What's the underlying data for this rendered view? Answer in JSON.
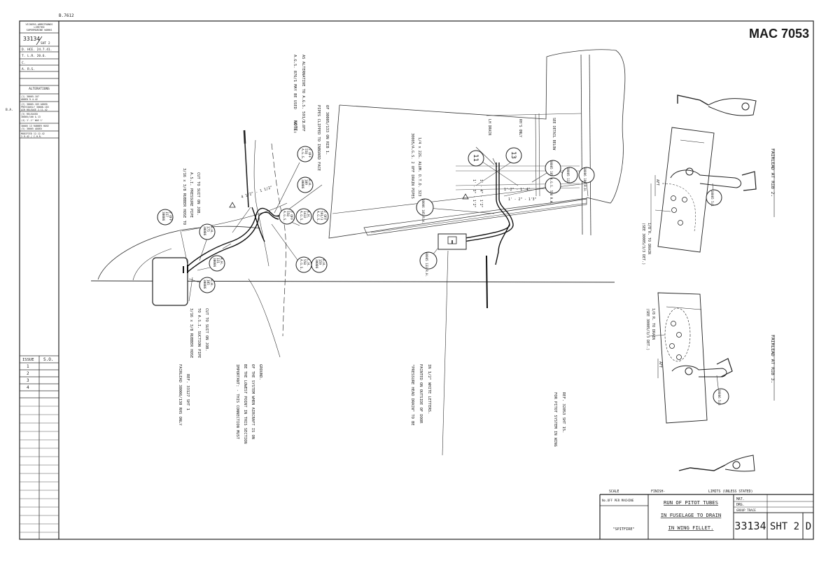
{
  "sheet_ref": "MAC 7053",
  "corner_mark": "B.7612",
  "left_strip": {
    "header": [
      "VICKERS-ARMSTRONGS",
      "LIMITED",
      "SUPERMARINE WORKS"
    ],
    "drawing_no": "33134",
    "sheet": "SHT 2",
    "approvals": [
      "D. HCE. 24.7.41.",
      "T. L.R. 20.6.",
      "C.",
      "A. R.S."
    ],
    "alterations_title": "ALTERATIONS",
    "alterations": [
      "(1) 30005.107",
      "ADDED 9.4.42",
      "(2) 30005.183 ADDED",
      "PREVIOUSLY 30008.183",
      "AIR RELEASE 2.11.42",
      "(3) RELEASED",
      "30005/100 & 13",
      "(4) 1'-1\" WAS 1'",
      "30005 13 RUBBER HOSE",
      "(5) 30005 ADDED",
      "MODIFIED 12.12.42",
      "2.9.42 / C.H.R."
    ],
    "side_mark": "B.A.",
    "issue_label": "ISSUE",
    "so_label": "S.O.",
    "issues": [
      "1",
      "2",
      "3",
      "4"
    ]
  },
  "fuselage_notes": {
    "rubber_hose_1": "3/16 x 3/8 RUBBER HOSE TO",
    "rubber_hose_2": "A.S.I. PRESSURE PIPE",
    "rubber_hose_3": "CUT TO SUIT ON JOB.",
    "static_hose_1": "3/16 x 3/8 RUBBER HOSE",
    "static_hose_2": "TO A.S.I. SUCTION PIPE",
    "static_hose_3": "CUT TO SUIT ON JOB.",
    "fairlead_1": "FAIRLEAD 30006/130 RHS ONLY",
    "fairlead_2": "REF. 33127 SHT 1",
    "important_1": "IMPORTANT: - THIS CONNECTION MUST",
    "important_2": "BE THE LOWEST POINT IN THIS SECTION",
    "important_3": "OF THE SYSTEM WHEN AIRCRAFT IS ON",
    "important_4": "GROUND.",
    "angle_label": "4 1/2\" - 1 1/2\"",
    "note_label": "NOTE:",
    "note_1": "A.G.S. 876/1 MAY BE USED",
    "note_2": "AS ALTERNATIVE TO A.G.S. 591/3.",
    "note_3": "PIPES CLIPPED TO INBOARD FACE",
    "note_4": "OF 30005/133 ON RIB 1.",
    "note_sub": "2 OFF"
  },
  "callouts": [
    {
      "id": "c1",
      "lines": [
        "30006",
        "157",
        "2 OFF"
      ]
    },
    {
      "id": "c2",
      "lines": [
        "30006",
        "175",
        "R.H."
      ]
    },
    {
      "id": "c3",
      "lines": [
        "30006",
        "131",
        "R.H."
      ]
    },
    {
      "id": "c4",
      "lines": [
        "30006",
        "105",
        "R.H."
      ]
    },
    {
      "id": "c5",
      "lines": [
        "A.G.S.",
        "558",
        "2 OFF"
      ]
    },
    {
      "id": "c6",
      "lines": [
        "30006",
        "109",
        "R.H."
      ]
    },
    {
      "id": "c7",
      "lines": [
        "A.G.S.",
        "558",
        "2 OFF"
      ]
    },
    {
      "id": "c8",
      "lines": [
        "A.G.S.",
        "1432",
        "R.H."
      ]
    },
    {
      "id": "c9",
      "lines": [
        "A.G.S.",
        "591/3",
        "2 OFF"
      ]
    },
    {
      "id": "c10",
      "lines": [
        "A.G.S.",
        "558",
        "L.H."
      ]
    },
    {
      "id": "c11",
      "lines": [
        "30006",
        "159",
        "R.H."
      ]
    }
  ],
  "wing_notes": {
    "drain_pipes_1": "30005/A.G.S. 2 OFF DRAIN PIPES",
    "drain_pipes_2": "1/4 x 22G. ALUM. D.T.D. 323",
    "drain_box_1": "30005/105",
    "drain_box_2": "2 OFF",
    "pressure_1": "\"PRESSURE HEAD DRAIN\" TO BE",
    "pressure_2": "PAINTED ON OUTSIDE OF DOOR",
    "pressure_3": "IN 1/2\" WHITE LETTERS.",
    "pitot_1": "FOR PITOT SYSTEM IN WING",
    "pitot_2": "REF. 32053 SHT 15.",
    "rib_label": "11",
    "rib_label_2": "13",
    "rib_lh": "LH DRAIN",
    "rib_rh": "RH'S ONLY",
    "rib_ref": "SEE DETAIL BELOW",
    "dim_1": "1'-2\" - 1'-4\"",
    "dim_2": "1' - 2\" - 1'3\"",
    "dim_3": "1' - 3\" - 1'2\"",
    "dim_4": "1' - 4\" - 1'2\"",
    "wing_callouts": [
      "30006 105 R.H.",
      "30005 133 R.H.",
      "30005 105 R.H.",
      "A.G.S. 558 R.H.",
      "30005 133",
      "30006 106 R.H."
    ]
  },
  "fairlead_details": {
    "rib2_title": "FAIRLEAD AT RIB 2.",
    "rib3_title": "FAIRLEAD AT RIB 3.",
    "rib2_dim": "1/8 R. TO DRAIN",
    "rib2_dim_b": "(SEE 30005/3/3 DET.)",
    "rib3_dim": "1/8 R. TO DRAIN",
    "rib3_dim_b": "(SEE 30005/3/3 DET.)",
    "fwd": "AFT",
    "call_a": "30005 5/1",
    "call_b": "30006 5/3"
  },
  "title_block": {
    "scale_label": "SCALE",
    "finish_label": "FINISH-",
    "limits_label": "LIMITS (UNLESS STATED)",
    "machine_label": "No.OFF PER MACHINE",
    "mat_label": "MAT.",
    "drg_label": "DRG.",
    "group_label": "GROUP TRACE",
    "title_1": "RUN OF PITOT TUBES",
    "title_2": "IN FUSELAGE TO DRAIN",
    "title_3": "IN WING FILLET.",
    "aircraft": "\"SPITFIRE\"",
    "number": "33134",
    "sheet": "SHT 2",
    "issue": "D"
  }
}
